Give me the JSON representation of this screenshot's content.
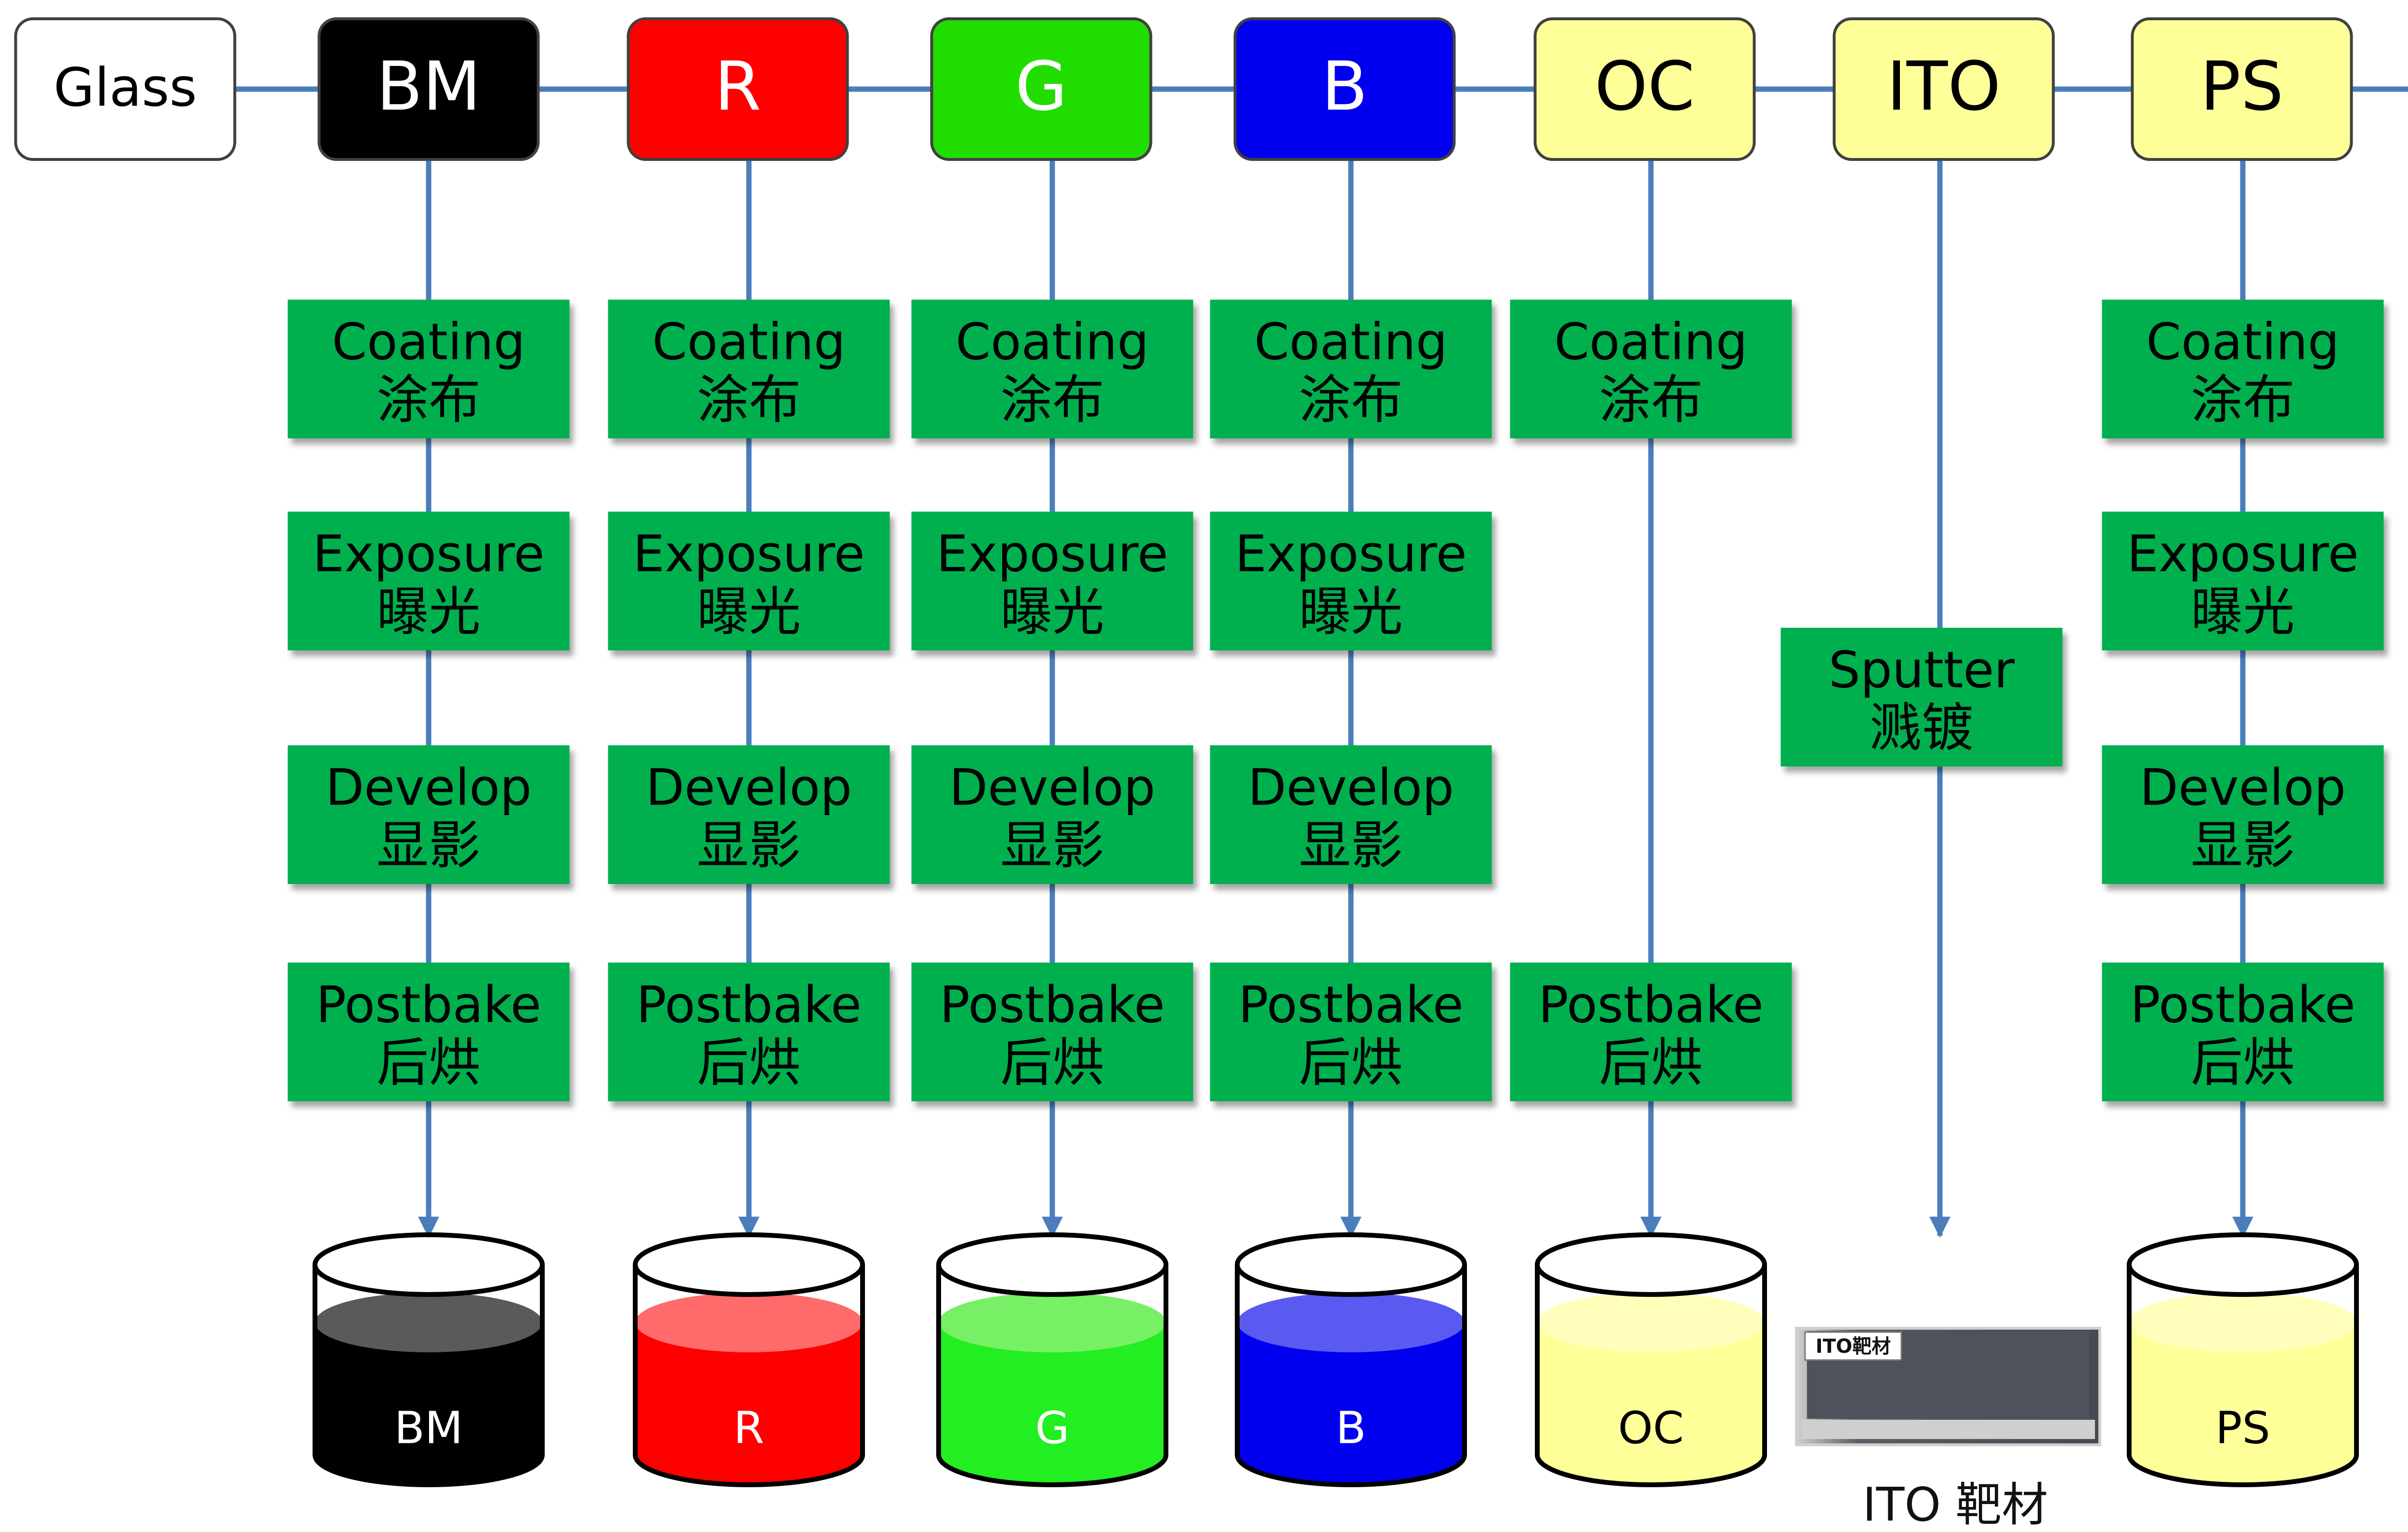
{
  "colors": {
    "connector": "#4A7EBB",
    "step_box": "#00B050",
    "step_text": "#000000",
    "label_text": "#111111"
  },
  "stages": [
    {
      "label": "Glass",
      "fill": "#FFFFFF",
      "text_color": "#000000"
    },
    {
      "label": "BM",
      "fill": "#000000",
      "text_color": "#FFFFFF"
    },
    {
      "label": "R",
      "fill": "#FF0000",
      "text_color": "#FFFFFF"
    },
    {
      "label": "G",
      "fill": "#22DD00",
      "text_color": "#FFFFFF"
    },
    {
      "label": "B",
      "fill": "#0000EE",
      "text_color": "#FFFFFF"
    },
    {
      "label": "OC",
      "fill": "#FFFF99",
      "text_color": "#000000"
    },
    {
      "label": "ITO",
      "fill": "#FFFF99",
      "text_color": "#000000"
    },
    {
      "label": "PS",
      "fill": "#FFFF99",
      "text_color": "#000000"
    }
  ],
  "columns": [
    {
      "stage": "BM",
      "steps": [
        {
          "en": "Coating",
          "zh": "涂布"
        },
        {
          "en": "Exposure",
          "zh": "曝光"
        },
        {
          "en": "Develop",
          "zh": "显影"
        },
        {
          "en": "Postbake",
          "zh": "后烘"
        }
      ],
      "material": {
        "kind": "beaker",
        "label": "BM",
        "liquid": "#000000",
        "surface": "#5A5A5A",
        "text_color": "#FFFFFF"
      }
    },
    {
      "stage": "R",
      "steps": [
        {
          "en": "Coating",
          "zh": "涂布"
        },
        {
          "en": "Exposure",
          "zh": "曝光"
        },
        {
          "en": "Develop",
          "zh": "显影"
        },
        {
          "en": "Postbake",
          "zh": "后烘"
        }
      ],
      "material": {
        "kind": "beaker",
        "label": "R",
        "liquid": "#FF0000",
        "surface": "#FF6B6B",
        "text_color": "#FFFFFF"
      }
    },
    {
      "stage": "G",
      "steps": [
        {
          "en": "Coating",
          "zh": "涂布"
        },
        {
          "en": "Exposure",
          "zh": "曝光"
        },
        {
          "en": "Develop",
          "zh": "显影"
        },
        {
          "en": "Postbake",
          "zh": "后烘"
        }
      ],
      "material": {
        "kind": "beaker",
        "label": "G",
        "liquid": "#22EE22",
        "surface": "#77F066",
        "text_color": "#FFFFFF"
      }
    },
    {
      "stage": "B",
      "steps": [
        {
          "en": "Coating",
          "zh": "涂布"
        },
        {
          "en": "Exposure",
          "zh": "曝光"
        },
        {
          "en": "Develop",
          "zh": "显影"
        },
        {
          "en": "Postbake",
          "zh": "后烘"
        }
      ],
      "material": {
        "kind": "beaker",
        "label": "B",
        "liquid": "#0000EE",
        "surface": "#5A5AF0",
        "text_color": "#FFFFFF"
      }
    },
    {
      "stage": "OC",
      "steps": [
        {
          "en": "Coating",
          "zh": "涂布"
        },
        {
          "en": "Postbake",
          "zh": "后烘"
        }
      ],
      "material": {
        "kind": "beaker",
        "label": "OC",
        "liquid": "#FFFF99",
        "surface": "#FFFFBB",
        "text_color": "#000000"
      }
    },
    {
      "stage": "ITO",
      "steps": [
        {
          "en": "Sputter",
          "zh": "溅镀"
        }
      ],
      "material": {
        "kind": "photo",
        "label": "ITO 靶材",
        "photo_tag": "ITO靶材"
      }
    },
    {
      "stage": "PS",
      "steps": [
        {
          "en": "Coating",
          "zh": "涂布"
        },
        {
          "en": "Exposure",
          "zh": "曝光"
        },
        {
          "en": "Develop",
          "zh": "显影"
        },
        {
          "en": "Postbake",
          "zh": "后烘"
        }
      ],
      "material": {
        "kind": "beaker",
        "label": "PS",
        "liquid": "#FFFF99",
        "surface": "#FFFFBB",
        "text_color": "#000000"
      }
    }
  ]
}
